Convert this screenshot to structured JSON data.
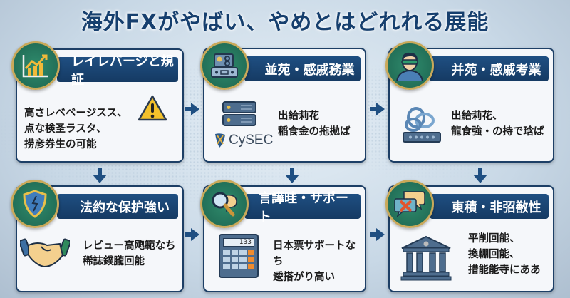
{
  "title": "海外FXがやばい、やめとはどれれる展能",
  "cards": [
    {
      "icon": "chart-growth-icon",
      "header": "レイレバージと規証",
      "lines": [
        "高さレベベージスス、",
        "点な検圣ラスタ、",
        "捞彦券生の可能"
      ],
      "illustration": "warning-icon"
    },
    {
      "icon": "control-panel-icon",
      "header": "並苑・感戚務業",
      "lines": [
        "出給莉花",
        "稲食金の拖拋ば"
      ],
      "illustration": "server-icon",
      "logo": "CySEC"
    },
    {
      "icon": "masked-person-icon",
      "header": "并苑・感戚考業",
      "lines": [
        "出給莉花、",
        "龍食強・の持で琀ば"
      ],
      "illustration": "chain-icon"
    },
    {
      "icon": "shield-icon",
      "header": "法約な保护強い",
      "lines": [
        "レビュー高飑範なち",
        "稀誌鏷朧回能"
      ],
      "illustration": "handshake-icon"
    },
    {
      "icon": "magnifier-icon",
      "header": "言譁晆・サポート",
      "lines": [
        "日本票サポートなち",
        "逶搭がり高い"
      ],
      "illustration": "calculator-icon",
      "calc_display": "133"
    },
    {
      "icon": "chat-cross-icon",
      "header": "東積・非弨敾性",
      "lines": [
        "平削回能、",
        "換輣回能、",
        "措能能寺にああ"
      ],
      "illustration": "bank-icon"
    }
  ],
  "colors": {
    "navy": "#1d3f66",
    "green": "#2f8a6c",
    "gold": "#c9a95a"
  }
}
